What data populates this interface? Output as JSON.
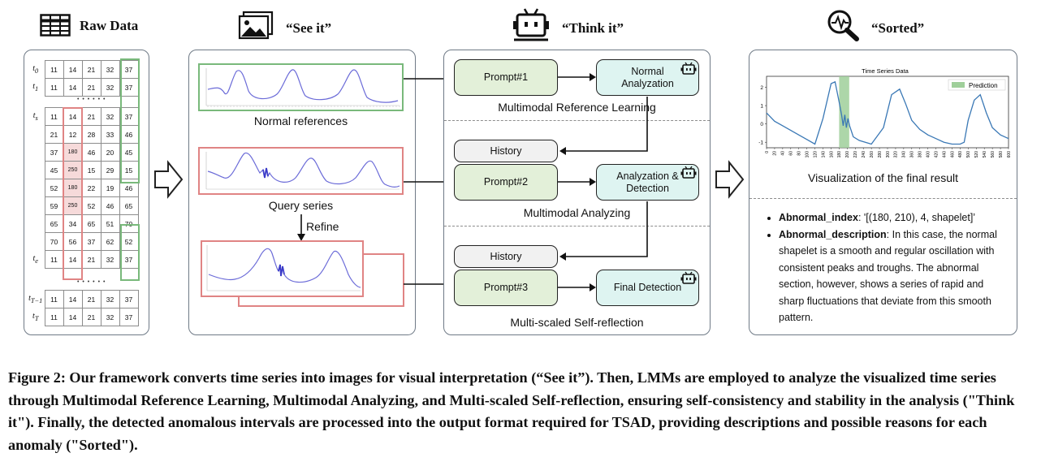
{
  "headers": {
    "raw": "Raw Data",
    "see": "“See it”",
    "think": "“Think it”",
    "sorted": "“Sorted”"
  },
  "table": {
    "rows": [
      {
        "label": "t0",
        "values": [
          "11",
          "14",
          "21",
          "32",
          "37"
        ]
      },
      {
        "label": "t1",
        "values": [
          "11",
          "14",
          "21",
          "32",
          "37"
        ]
      },
      {
        "label": "ts",
        "values": [
          "11",
          "14",
          "21",
          "32",
          "37"
        ]
      },
      {
        "label": "",
        "values": [
          "21",
          "12",
          "28",
          "33",
          "46"
        ]
      },
      {
        "label": "",
        "values": [
          "37",
          "180",
          "46",
          "20",
          "45"
        ]
      },
      {
        "label": "",
        "values": [
          "45",
          "250",
          "15",
          "29",
          "15"
        ]
      },
      {
        "label": "",
        "values": [
          "52",
          "180",
          "22",
          "19",
          "46"
        ]
      },
      {
        "label": "",
        "values": [
          "59",
          "250",
          "52",
          "46",
          "65"
        ]
      },
      {
        "label": "",
        "values": [
          "65",
          "34",
          "65",
          "51",
          "70"
        ]
      },
      {
        "label": "",
        "values": [
          "70",
          "56",
          "37",
          "62",
          "52"
        ]
      },
      {
        "label": "te",
        "values": [
          "11",
          "14",
          "21",
          "32",
          "37"
        ]
      },
      {
        "label": "tT−1",
        "values": [
          "11",
          "14",
          "21",
          "32",
          "37"
        ]
      },
      {
        "label": "tT",
        "values": [
          "11",
          "14",
          "21",
          "32",
          "37"
        ]
      }
    ],
    "ellipsis": "• • • • • •"
  },
  "see": {
    "normal_label": "Normal references",
    "query_label": "Query series",
    "refine_label": "Refine"
  },
  "think": {
    "prompt1": "Prompt#1",
    "normal_analyzation": "Normal Analyzation",
    "section1": "Multimodal Reference Learning",
    "history1": "History",
    "prompt2": "Prompt#2",
    "analyzation_detection": "Analyzation & Detection",
    "section2": "Multimodal Analyzing",
    "history2": "History",
    "prompt3": "Prompt#3",
    "final_detection": "Final Detection",
    "section3": "Multi-scaled Self-reflection"
  },
  "sorted": {
    "chart_title": "Time Series Data",
    "legend": "Prediction",
    "viz_label": "Visualization  of the final result",
    "index_key": "Abnormal_index",
    "index_value": ": '[(180, 210), 4, shapelet]’",
    "desc_key": "Abnormal_description",
    "desc_value": ": In this case, the normal shapelet is a smooth and regular oscillation with consistent peaks and troughs.  The abnormal section, however, shows a series of rapid and sharp fluctuations that deviate from this smooth pattern."
  },
  "chart_data": {
    "type": "line",
    "title": "Time Series Data",
    "xlabel": "",
    "ylabel": "",
    "xlim": [
      0,
      600
    ],
    "ylim": [
      -1.3,
      2.6
    ],
    "yticks": [
      -1,
      0,
      1,
      2
    ],
    "xticks": [
      0,
      20,
      40,
      60,
      80,
      100,
      120,
      140,
      160,
      180,
      200,
      220,
      240,
      260,
      280,
      300,
      320,
      340,
      360,
      380,
      400,
      420,
      440,
      460,
      480,
      500,
      520,
      540,
      560,
      580,
      600
    ],
    "highlight": {
      "name": "Prediction",
      "from": 180,
      "to": 205
    },
    "series": [
      {
        "x": [
          0,
          20,
          40,
          60,
          80,
          100,
          120,
          140,
          160,
          170,
          180,
          186,
          190,
          194,
          198,
          202,
          206,
          215,
          230,
          260,
          290,
          310,
          330,
          345,
          360,
          380,
          400,
          420,
          440,
          460,
          480,
          490,
          500,
          515,
          530,
          545,
          560,
          580,
          600
        ],
        "y": [
          0.6,
          0.15,
          -0.1,
          -0.35,
          -0.6,
          -0.85,
          -1.1,
          0.3,
          2.2,
          2.3,
          1.2,
          0.5,
          -0.1,
          0.5,
          -0.2,
          0.3,
          -0.1,
          -0.7,
          -0.9,
          -1.1,
          -0.2,
          1.6,
          1.9,
          1.1,
          0.2,
          -0.3,
          -0.6,
          -0.8,
          -1.0,
          -1.1,
          -1.1,
          -1.0,
          0.2,
          1.3,
          1.6,
          0.6,
          -0.2,
          -0.6,
          -0.8
        ]
      }
    ]
  },
  "colors": {
    "green_border": "#79b97b",
    "red_border": "#e08484",
    "prompt_fill": "#e3f0d9",
    "response_fill": "#def4f1",
    "series_blue": "#3a78b5",
    "mini_blue": "#6b6bd8"
  },
  "caption": "Figure 2: Our framework converts time series into images for visual interpretation (“See it”). Then, LMMs are employed to analyze the visualized time series through Multimodal Reference Learning, Multimodal Analyzing, and Multi-scaled Self-reflection, ensuring self-consistency and stability in the analysis (\"Think it\"). Finally, the detected anomalous intervals are processed into the output format required for TSAD, providing descriptions and possible reasons for each anomaly (\"Sorted\")."
}
